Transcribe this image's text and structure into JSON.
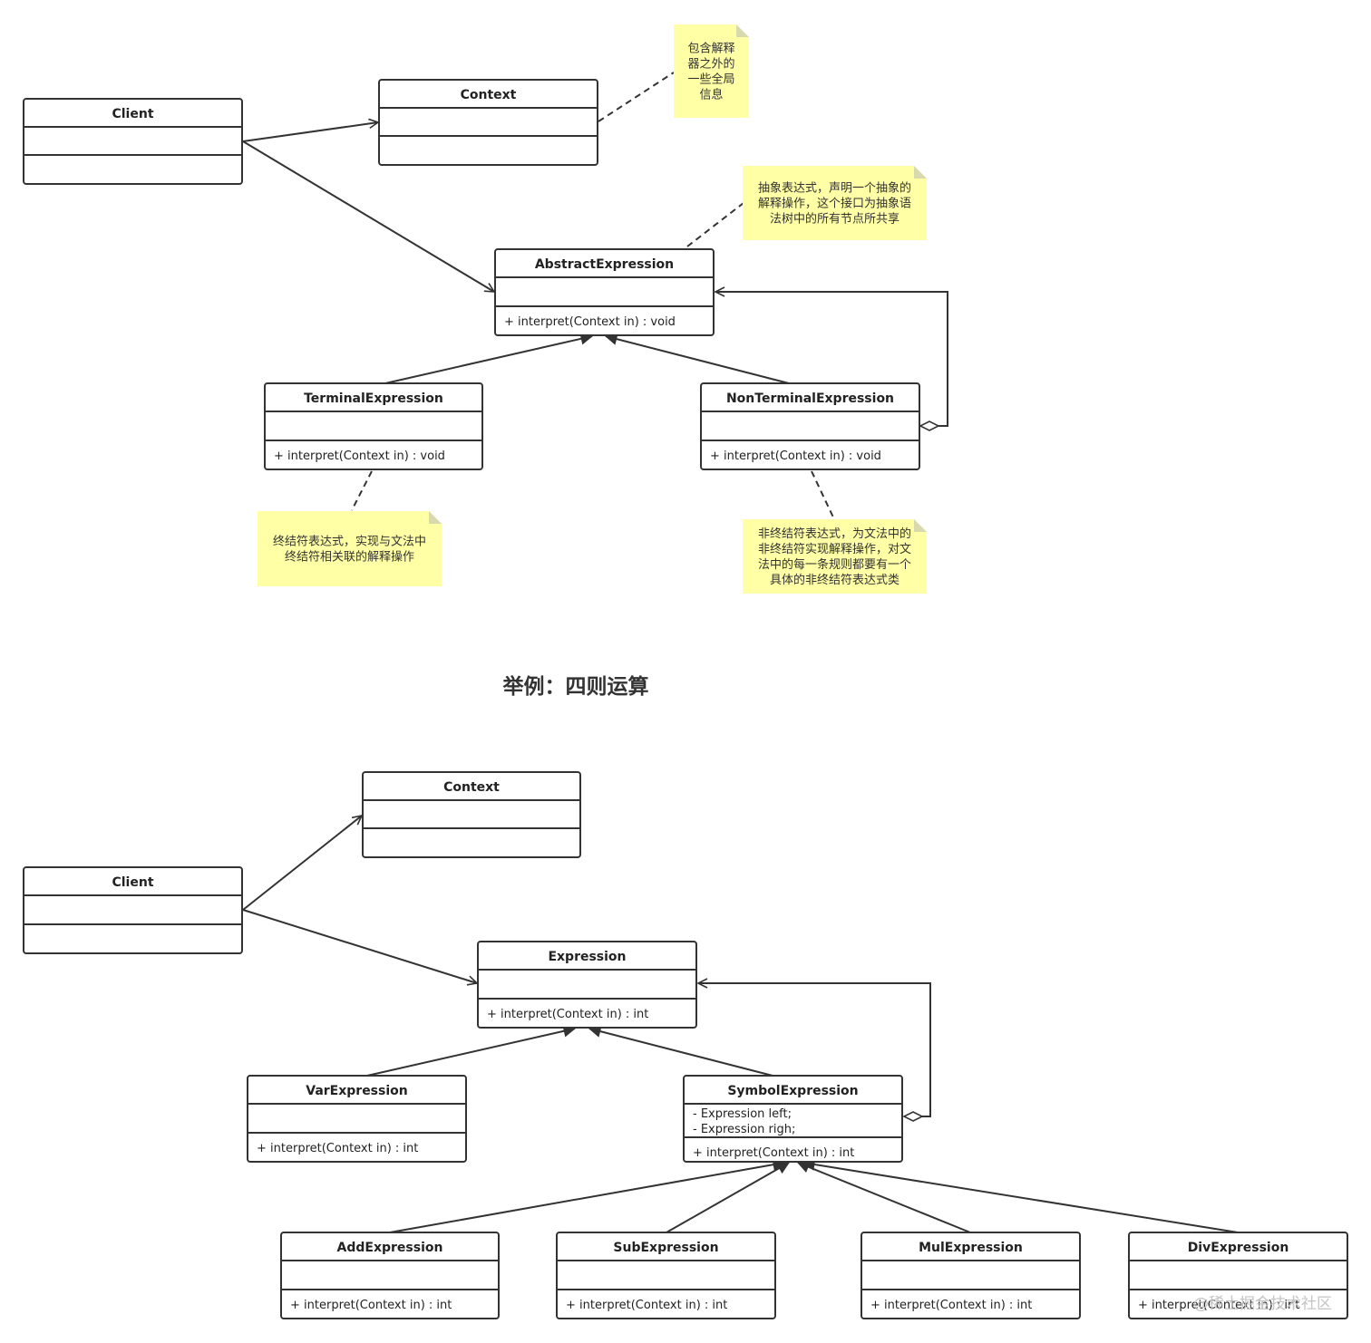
{
  "diagram1": {
    "classes": {
      "client": {
        "name": "Client",
        "attributes": [],
        "methods": []
      },
      "context": {
        "name": "Context",
        "attributes": [],
        "methods": []
      },
      "abstract": {
        "name": "AbstractExpression",
        "attributes": [],
        "methods": [
          "+ interpret(Context in) : void"
        ]
      },
      "terminal": {
        "name": "TerminalExpression",
        "attributes": [],
        "methods": [
          "+ interpret(Context in) : void"
        ]
      },
      "nonterminal": {
        "name": "NonTerminalExpression",
        "attributes": [],
        "methods": [
          "+ interpret(Context in) : void"
        ]
      }
    },
    "notes": {
      "context_note": [
        "包含解释",
        "器之外的",
        "一些全局",
        "信息"
      ],
      "abstract_note": [
        "抽象表达式，声明一个抽象的",
        "解释操作，这个接口为抽象语",
        "法树中的所有节点所共享"
      ],
      "terminal_note": [
        "终结符表达式，实现与文法中",
        "终结符相关联的解释操作"
      ],
      "nonterminal_note": [
        "非终结符表达式，为文法中的",
        "非终结符实现解释操作，对文",
        "法中的每一条规则都要有一个",
        "具体的非终结符表达式类"
      ]
    }
  },
  "example_title": "举例：四则运算",
  "diagram2": {
    "classes": {
      "client": {
        "name": "Client",
        "attributes": [],
        "methods": []
      },
      "context": {
        "name": "Context",
        "attributes": [],
        "methods": []
      },
      "expression": {
        "name": "Expression",
        "attributes": [],
        "methods": [
          "+ interpret(Context in) : int"
        ]
      },
      "var": {
        "name": "VarExpression",
        "attributes": [],
        "methods": [
          "+ interpret(Context in) : int"
        ]
      },
      "symbol": {
        "name": "SymbolExpression",
        "attributes": [
          "- Expression left;",
          "- Expression righ;"
        ],
        "methods": [
          "+ interpret(Context in) : int"
        ]
      },
      "add": {
        "name": "AddExpression",
        "attributes": [],
        "methods": [
          "+ interpret(Context in) : int"
        ]
      },
      "sub": {
        "name": "SubExpression",
        "attributes": [],
        "methods": [
          "+ interpret(Context in) : int"
        ]
      },
      "mul": {
        "name": "MulExpression",
        "attributes": [],
        "methods": [
          "+ interpret(Context in) : int"
        ]
      },
      "div": {
        "name": "DivExpression",
        "attributes": [],
        "methods": [
          "+ interpret(Context in) : int"
        ]
      }
    }
  },
  "watermark": "@稀土掘金技术社区",
  "colors": {
    "line": "#333333",
    "note_fill": "#ffffa6",
    "note_fold": "#d9d9b0",
    "background": "#ffffff"
  }
}
